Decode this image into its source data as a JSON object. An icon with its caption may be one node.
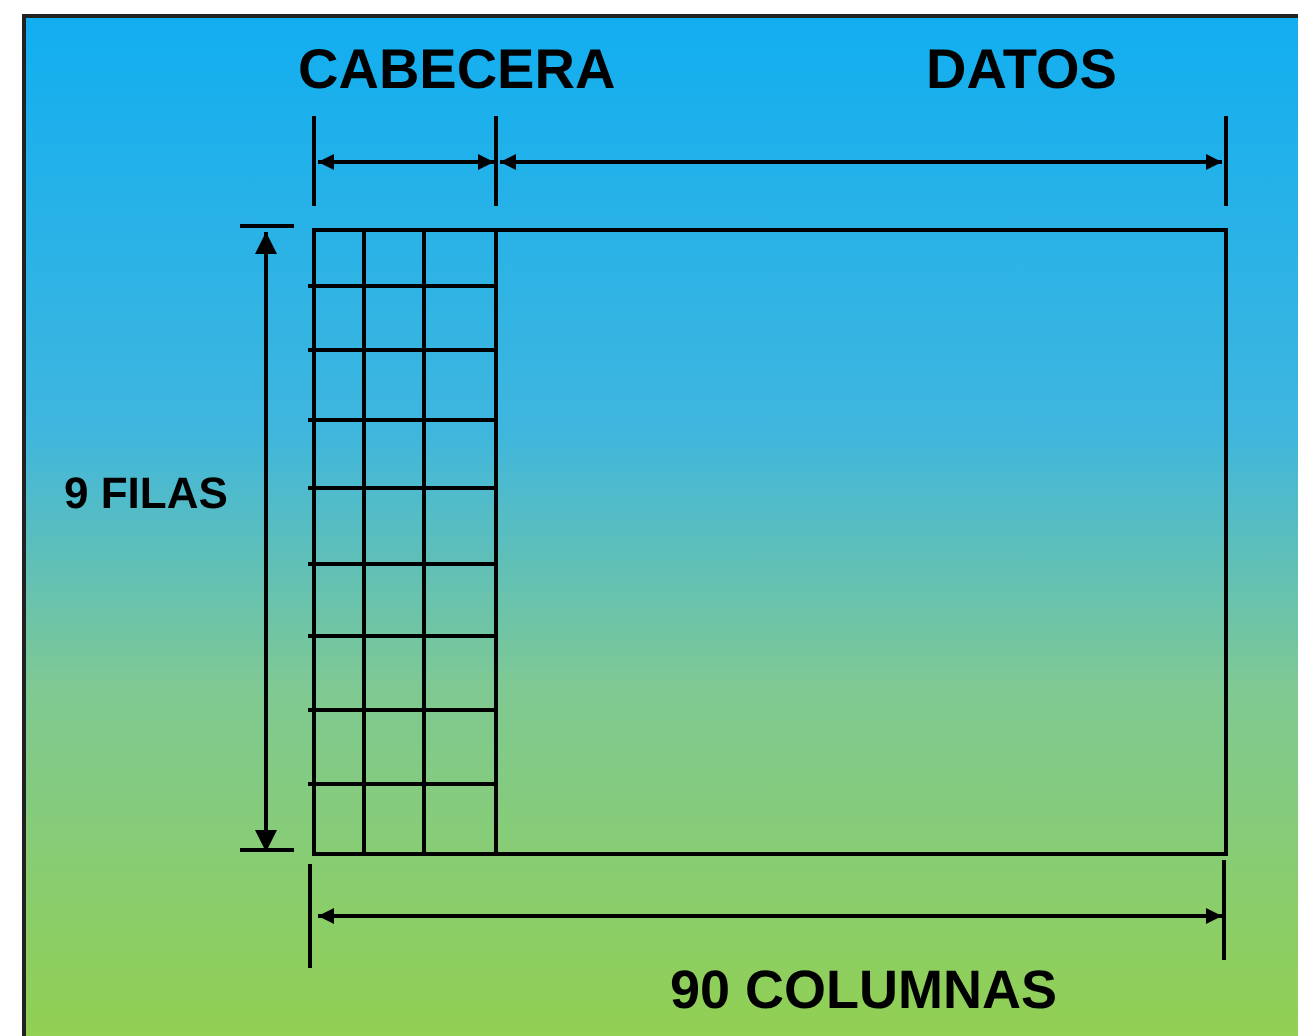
{
  "diagram": {
    "labels": [
      "CABECERA",
      "DATOS",
      "9 FILAS",
      "90 COLUMNAS"
    ]
  }
}
